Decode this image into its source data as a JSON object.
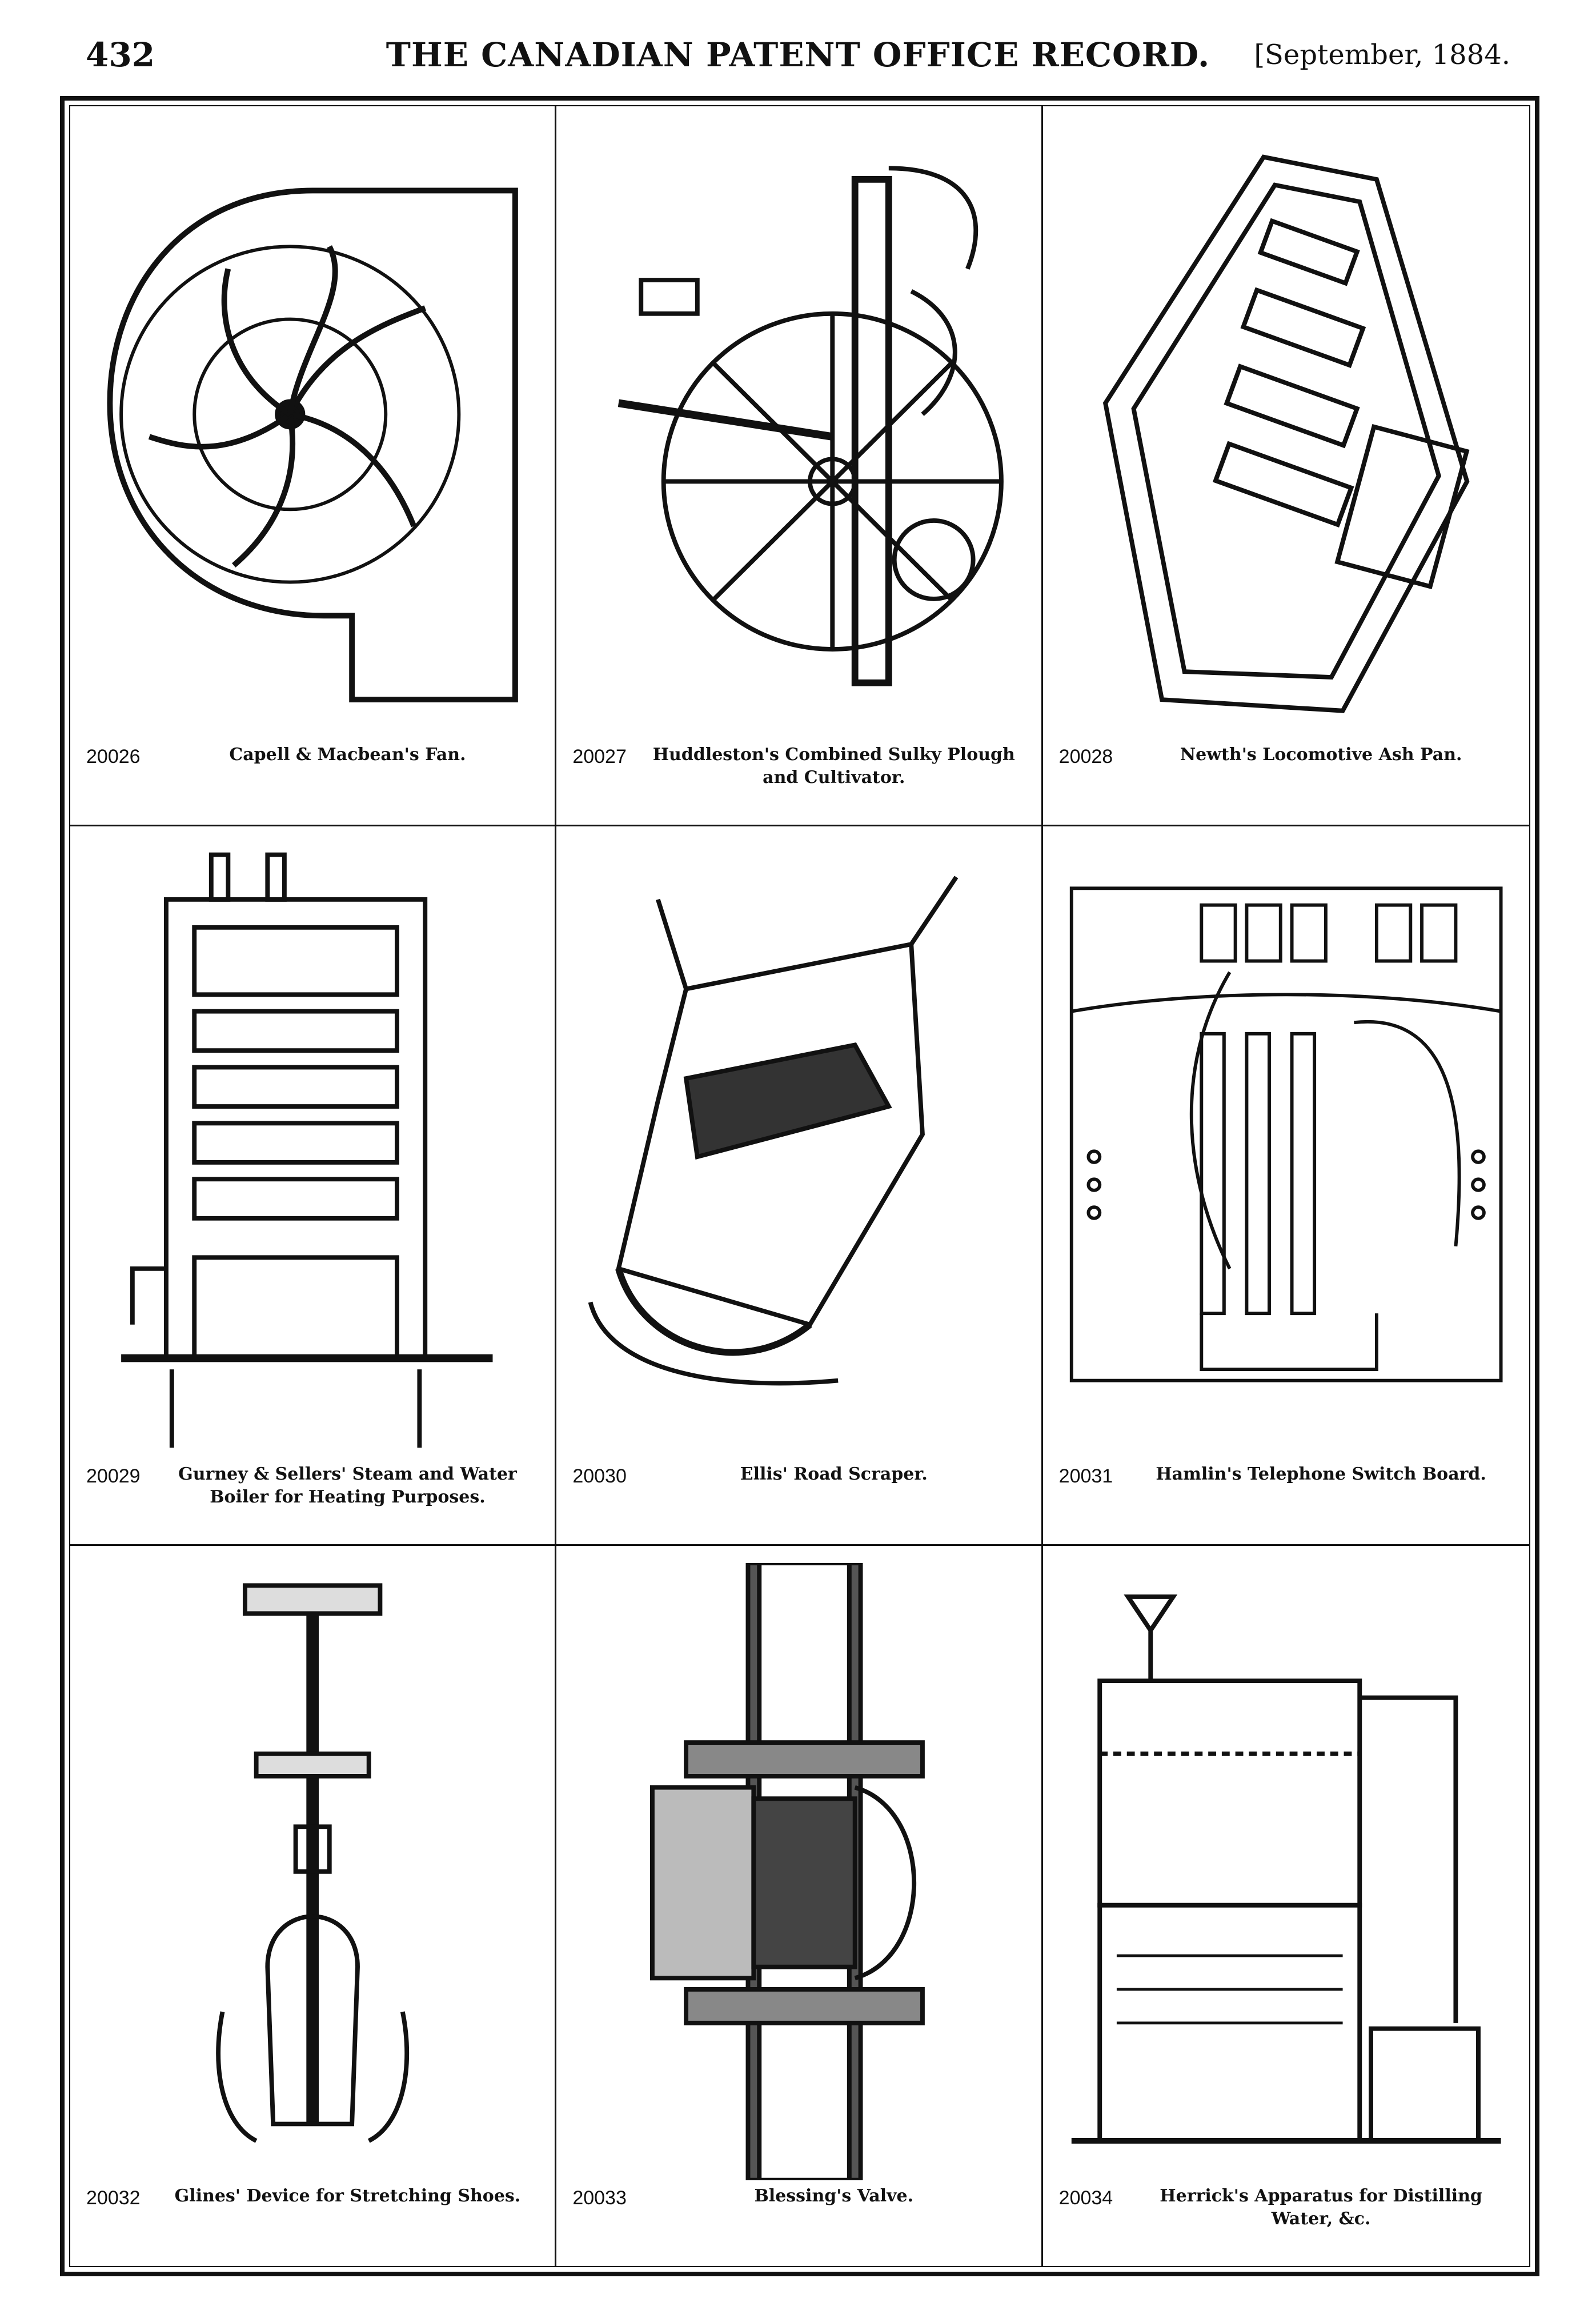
{
  "header": {
    "page_number": "432",
    "title": "THE CANADIAN PATENT OFFICE RECORD.",
    "date": "[September, 1884."
  },
  "cells": [
    {
      "number": "20026",
      "title": "Capell & Macbean's Fan.",
      "figure": "fan-figure"
    },
    {
      "number": "20027",
      "title": "Huddleston's Combined Sulky Plough and Cultivator.",
      "figure": "plough-figure"
    },
    {
      "number": "20028",
      "title": "Newth's Locomotive Ash Pan.",
      "figure": "ash-pan-figure"
    },
    {
      "number": "20029",
      "title": "Gurney & Sellers' Steam and Water Boiler for Heating Purposes.",
      "figure": "boiler-figure"
    },
    {
      "number": "20030",
      "title": "Ellis' Road Scraper.",
      "figure": "scraper-figure"
    },
    {
      "number": "20031",
      "title": "Hamlin's Telephone Switch Board.",
      "figure": "switchboard-figure"
    },
    {
      "number": "20032",
      "title": "Glines' Device for Stretching Shoes.",
      "figure": "shoe-stretcher-figure"
    },
    {
      "number": "20033",
      "title": "Blessing's Valve.",
      "figure": "valve-figure"
    },
    {
      "number": "20034",
      "title": "Herrick's Apparatus for Distilling Water, &c.",
      "figure": "distiller-figure"
    }
  ]
}
